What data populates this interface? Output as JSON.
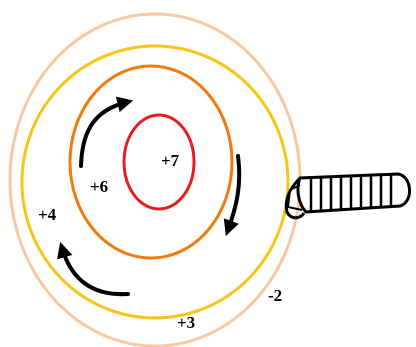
{
  "diagram": {
    "rings": [
      {
        "name": "outer-ring",
        "color": "#f8c9a1"
      },
      {
        "name": "yellow-ring",
        "color": "#f5c518"
      },
      {
        "name": "orange-ring",
        "color": "#ef7b10"
      },
      {
        "name": "red-ring",
        "color": "#e81c1c"
      }
    ],
    "labels": {
      "red": "+7",
      "orange": "+6",
      "yellow": "+4",
      "outer": "+3",
      "outside": "-2"
    },
    "arrow_color": "#000000",
    "icons": [
      "rotation-arrow-icon",
      "bolt-icon"
    ]
  }
}
